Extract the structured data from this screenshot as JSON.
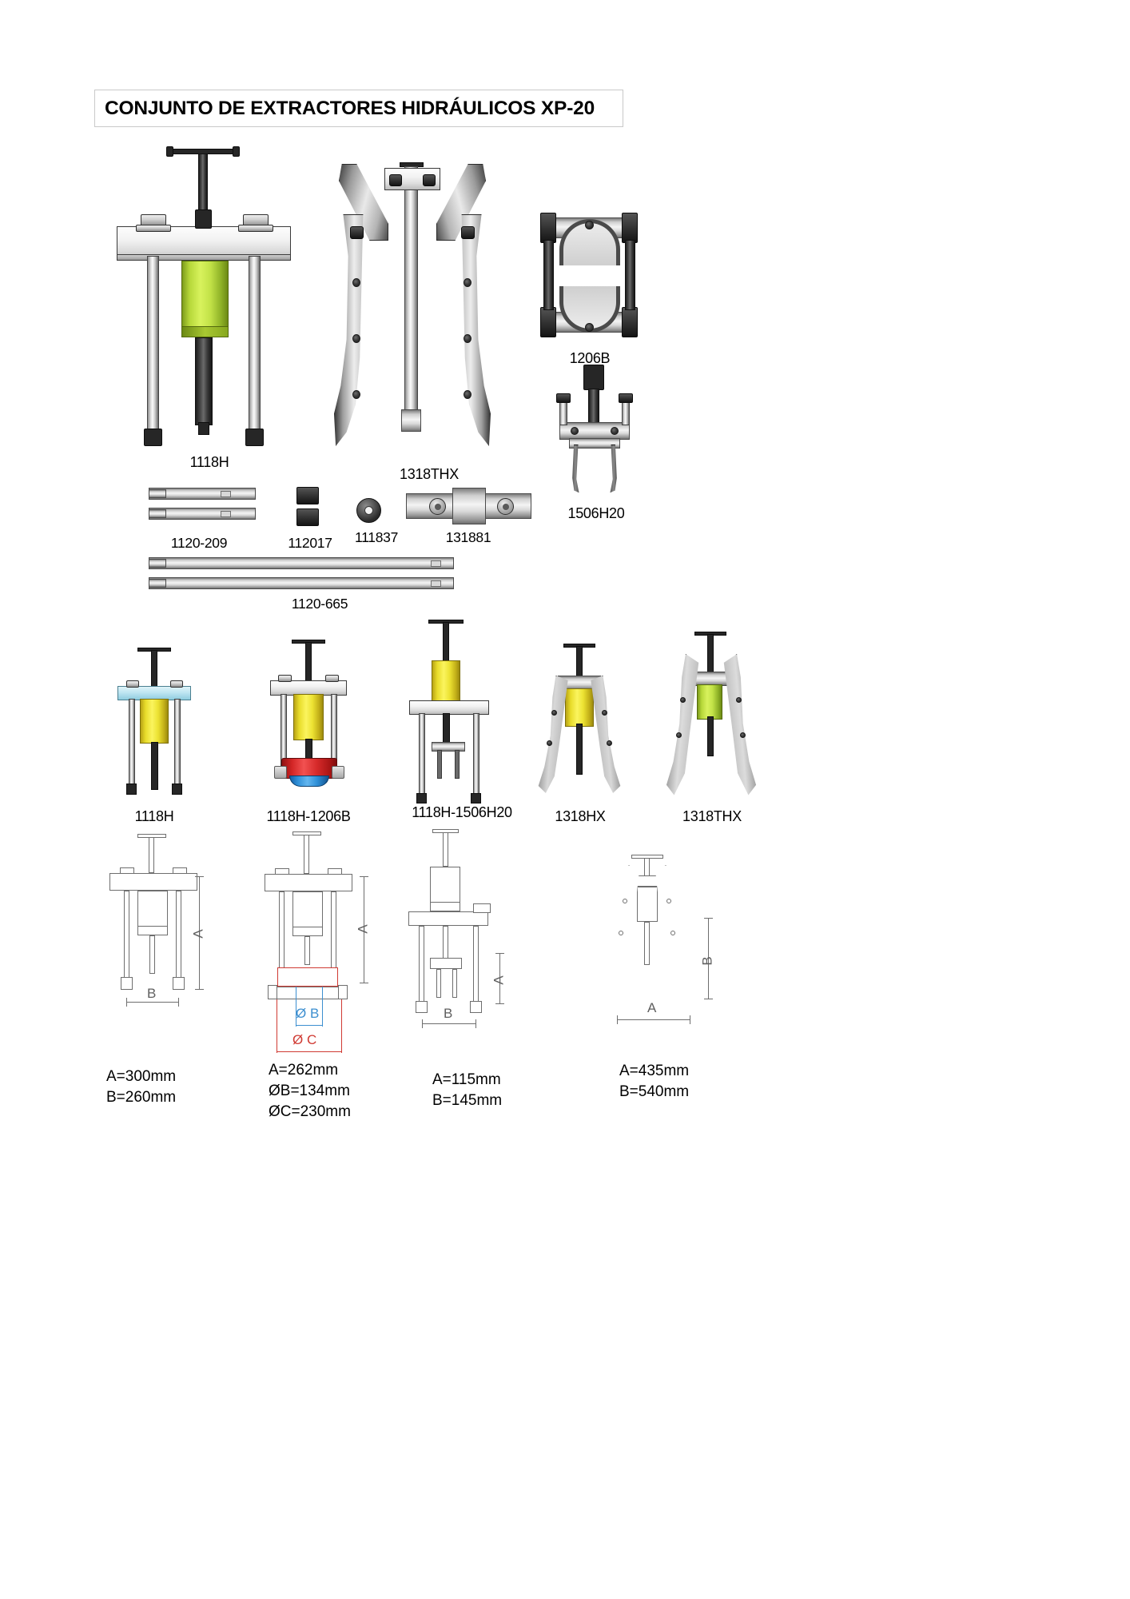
{
  "header": {
    "title": "CONJUNTO DE EXTRACTORES HIDRÁULICOS   XP-20"
  },
  "components_row1": [
    {
      "code": "1118H",
      "name": "hydraulic-puller-frame"
    },
    {
      "code": "1318THX",
      "name": "three-jaw-puller"
    },
    {
      "code": "1206B",
      "name": "bearing-separator"
    },
    {
      "code": "1506H20",
      "name": "two-jaw-mini-puller"
    }
  ],
  "components_row2": [
    {
      "code": "1120-209",
      "name": "short-extension-rods"
    },
    {
      "code": "112017",
      "name": "hex-nuts"
    },
    {
      "code": "111837",
      "name": "washer"
    },
    {
      "code": "131881",
      "name": "cross-beam-block"
    },
    {
      "code": "1120-665",
      "name": "long-extension-rods"
    }
  ],
  "assemblies": [
    {
      "code": "1118H",
      "name": "assembly-1118h"
    },
    {
      "code": "1118H-1206B",
      "name": "assembly-1118h-1206b"
    },
    {
      "code": "1118H-1506H20",
      "name": "assembly-1118h-1506h20"
    },
    {
      "code": "1318HX",
      "name": "assembly-1318hx"
    },
    {
      "code": "1318THX",
      "name": "assembly-1318thx"
    }
  ],
  "dimension_drawings": [
    {
      "name": "dims-1118h",
      "callouts": [
        "A",
        "B"
      ],
      "lines": [
        "A=300mm",
        "B=260mm"
      ]
    },
    {
      "name": "dims-1118h-1206b",
      "callouts": [
        "A",
        "Ø B",
        "Ø C"
      ],
      "lines": [
        "A=262mm",
        "ØB=134mm",
        "ØC=230mm"
      ]
    },
    {
      "name": "dims-1118h-1506h20",
      "callouts": [
        "A",
        "B"
      ],
      "lines": [
        "A=115mm",
        "B=145mm"
      ]
    },
    {
      "name": "dims-1318thx",
      "callouts": [
        "B",
        "A"
      ],
      "lines": [
        "A=435mm",
        "B=540mm"
      ]
    }
  ],
  "colors": {
    "accent_green": "#c2e247",
    "accent_yellow": "#ece232",
    "accent_red": "#d62a2a",
    "accent_blue": "#2f90d8",
    "accent_cyan": "#bfe6f2",
    "dim_red": "#d03a33",
    "dim_blue": "#3d8fd0",
    "dim_gray": "#6e6e6e"
  }
}
